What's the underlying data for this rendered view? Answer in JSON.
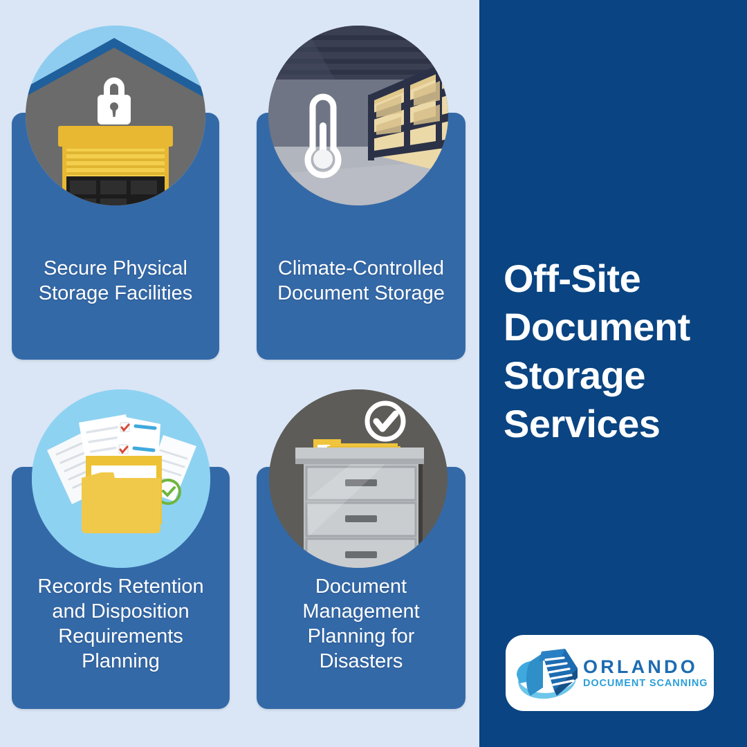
{
  "palette": {
    "background": "#dae6f5",
    "card_blue": "#3469a8",
    "panel_navy": "#0a4482",
    "logo_name_color": "#1d6cb1",
    "logo_sub_color": "#2b9fd9",
    "accent_yellow": "#f0c43c",
    "text_white": "#ffffff"
  },
  "headline": {
    "lines": [
      "Off-Site",
      "Document",
      "Storage",
      "Services"
    ]
  },
  "cards": [
    {
      "id": "secure-physical-storage",
      "label_lines": [
        "Secure Physical",
        "Storage Facilities"
      ],
      "icon_name": "warehouse-padlock-icon"
    },
    {
      "id": "climate-controlled-storage",
      "label_lines": [
        "Climate-Controlled",
        "Document Storage"
      ],
      "icon_name": "warehouse-thermometer-icon"
    },
    {
      "id": "records-retention",
      "label_lines": [
        "Records Retention",
        "and Disposition",
        "Requirements",
        "Planning"
      ],
      "icon_name": "folder-documents-checklist-icon"
    },
    {
      "id": "disaster-planning",
      "label_lines": [
        "Document",
        "Management",
        "Planning for",
        "Disasters"
      ],
      "icon_name": "filing-cabinet-check-icon"
    }
  ],
  "logo": {
    "name": "ORLANDO",
    "subtitle": "DOCUMENT SCANNING",
    "mark_name": "orlando-document-swoosh-icon"
  }
}
